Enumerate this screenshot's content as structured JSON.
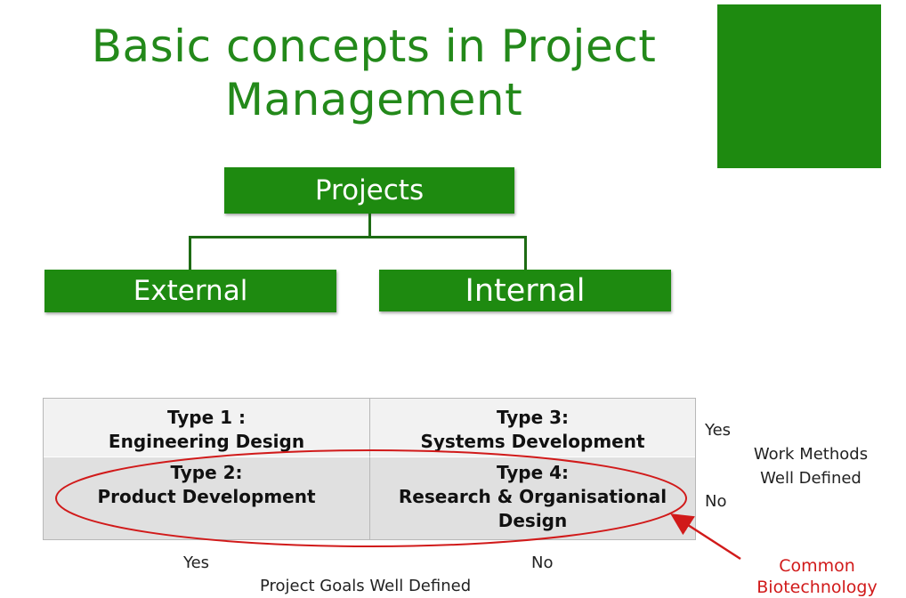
{
  "slide": {
    "title_line1": "Basic concepts in Project",
    "title_line2": "Management"
  },
  "hierarchy": {
    "root": "Projects",
    "children": [
      "External",
      "Internal"
    ]
  },
  "matrix": {
    "cells": [
      {
        "line1": "Type 1 :",
        "line2": "Engineering Design"
      },
      {
        "line1": "Type 3:",
        "line2": "Systems Development"
      },
      {
        "line1": "Type 2:",
        "line2": "Product Development"
      },
      {
        "line1": "Type 4:",
        "line2": "Research & Organisational",
        "line3": "Design"
      }
    ],
    "row_labels": [
      "Yes",
      "No"
    ],
    "row_axis_line1": "Work Methods",
    "row_axis_line2": "Well Defined",
    "col_labels": [
      "Yes",
      "No"
    ],
    "col_axis": "Project Goals Well Defined"
  },
  "annotation": {
    "line1": "Common",
    "line2": "Biotechnology"
  },
  "colors": {
    "green": "#1e8a10",
    "title_green": "#23891a",
    "annotation_red": "#d11a1a"
  }
}
